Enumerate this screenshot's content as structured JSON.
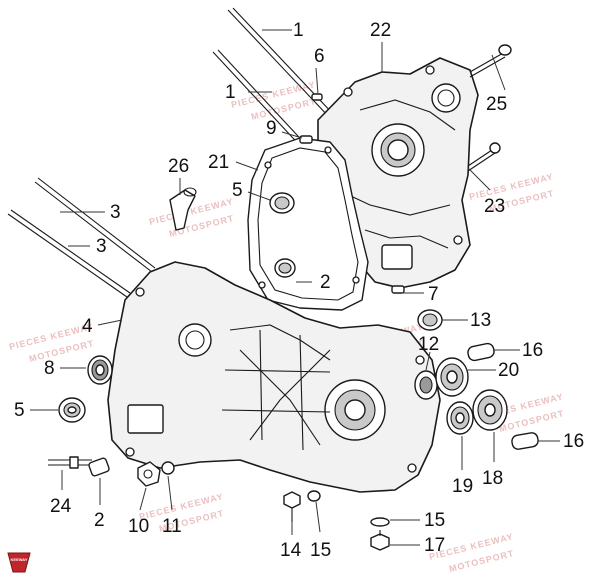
{
  "diagram": {
    "callouts": [
      {
        "id": "c1a",
        "text": "1"
      },
      {
        "id": "c1b",
        "text": "1"
      },
      {
        "id": "c2a",
        "text": "2"
      },
      {
        "id": "c2b",
        "text": "2"
      },
      {
        "id": "c3a",
        "text": "3"
      },
      {
        "id": "c3b",
        "text": "3"
      },
      {
        "id": "c4",
        "text": "4"
      },
      {
        "id": "c5a",
        "text": "5"
      },
      {
        "id": "c5b",
        "text": "5"
      },
      {
        "id": "c6",
        "text": "6"
      },
      {
        "id": "c7",
        "text": "7"
      },
      {
        "id": "c8",
        "text": "8"
      },
      {
        "id": "c9",
        "text": "9"
      },
      {
        "id": "c10",
        "text": "10"
      },
      {
        "id": "c11",
        "text": "11"
      },
      {
        "id": "c12",
        "text": "12"
      },
      {
        "id": "c13",
        "text": "13"
      },
      {
        "id": "c14",
        "text": "14"
      },
      {
        "id": "c15a",
        "text": "15"
      },
      {
        "id": "c15b",
        "text": "15"
      },
      {
        "id": "c16a",
        "text": "16"
      },
      {
        "id": "c16b",
        "text": "16"
      },
      {
        "id": "c17",
        "text": "17"
      },
      {
        "id": "c18",
        "text": "18"
      },
      {
        "id": "c19",
        "text": "19"
      },
      {
        "id": "c20",
        "text": "20"
      },
      {
        "id": "c21",
        "text": "21"
      },
      {
        "id": "c22",
        "text": "22"
      },
      {
        "id": "c23",
        "text": "23"
      },
      {
        "id": "c24",
        "text": "24"
      },
      {
        "id": "c25",
        "text": "25"
      },
      {
        "id": "c26",
        "text": "26"
      }
    ],
    "watermark": {
      "line1": "PIECES KEEWAY",
      "line2": "MOTOSPORT"
    },
    "logo_text": "KEEWAY",
    "colors": {
      "line": "#1a1a1a",
      "fill": "#f2f2f2",
      "watermark": "#e9b9b9",
      "logo": "#c0262c"
    }
  }
}
